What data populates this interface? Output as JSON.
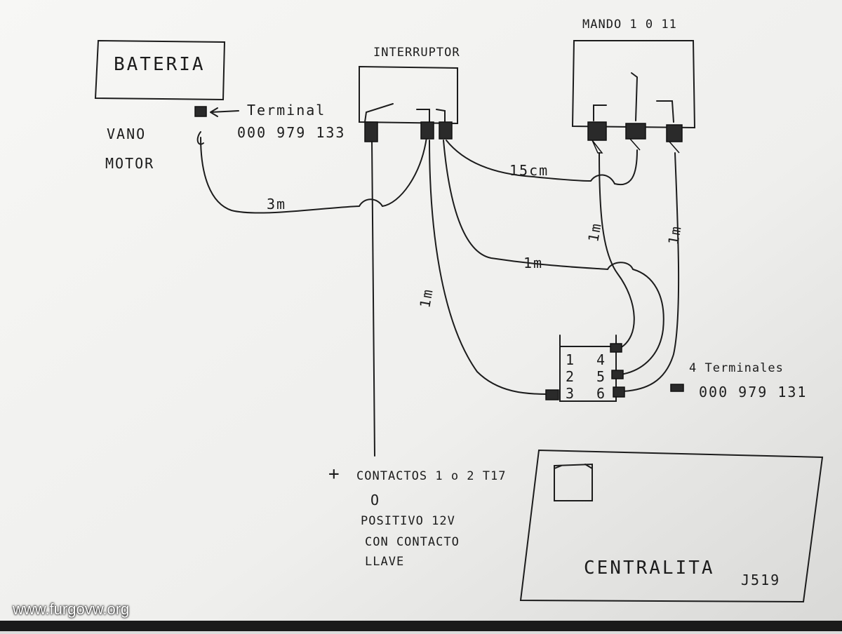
{
  "diagram": {
    "battery": {
      "line1": "BATERIA",
      "terminal_line1": "Terminal",
      "terminal_line2": "000 979 133",
      "location_line1": "VANO",
      "location_line2": "MOTOR"
    },
    "switch": {
      "label": "INTERRUPTOR"
    },
    "remote": {
      "label": "MANDO 1 0 11"
    },
    "wires": {
      "battery_to_switch": "3m",
      "switch_to_remote": "15cm",
      "to_connector_a": "1m",
      "to_connector_b": "1m",
      "remote_to_connector_a": "1m",
      "remote_to_connector_b": "1m"
    },
    "connector": {
      "pins": [
        "1",
        "2",
        "3",
        "4",
        "5",
        "6"
      ],
      "terminals_line1": "4 Terminales",
      "terminals_line2": "000 979 131"
    },
    "positive_note": {
      "sign": "+",
      "line1": "CONTACTOS 1 o 2 T17",
      "line2": "O",
      "line3": "POSITIVO 12V",
      "line4": "CON CONTACTO",
      "line5": "LLAVE"
    },
    "ecu": {
      "label": "CENTRALITA",
      "code": "J519"
    },
    "watermark": "www.furgovw.org"
  },
  "colors": {
    "paper": "#f3f3f1",
    "ink": "#1c1c1c",
    "background": "#dcdcdc"
  }
}
